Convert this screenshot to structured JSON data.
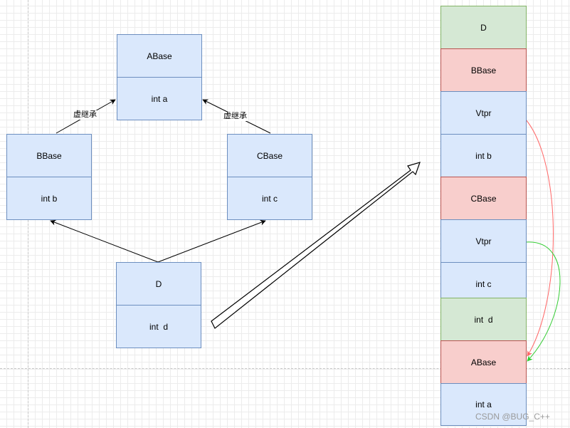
{
  "classes": {
    "abase": {
      "name": "ABase",
      "member": "int a"
    },
    "bbase": {
      "name": "BBase",
      "member": "int b"
    },
    "cbase": {
      "name": "CBase",
      "member": "int c"
    },
    "d": {
      "name": "D",
      "member": "int  d"
    }
  },
  "edges": {
    "b_to_a_label": "虚继承",
    "c_to_a_label": "虚继承"
  },
  "memory_layout": [
    {
      "label": "D",
      "color": "green"
    },
    {
      "label": "BBase",
      "color": "red"
    },
    {
      "label": "Vtpr",
      "color": "blue"
    },
    {
      "label": "int b",
      "color": "blue"
    },
    {
      "label": "CBase",
      "color": "red"
    },
    {
      "label": "Vtpr",
      "color": "blue"
    },
    {
      "label": "int c",
      "color": "blue"
    },
    {
      "label": "int  d",
      "color": "green"
    },
    {
      "label": "ABase",
      "color": "red"
    },
    {
      "label": "int a",
      "color": "blue"
    }
  ],
  "colors": {
    "class_fill": "#dae8fc",
    "class_stroke": "#6c8ebf",
    "green_fill": "#d5e8d4",
    "red_fill": "#f8cecc",
    "vptr_arrow_1": "#ff6666",
    "vptr_arrow_2": "#33cc33"
  },
  "watermark": "CSDN @BUG_C++"
}
